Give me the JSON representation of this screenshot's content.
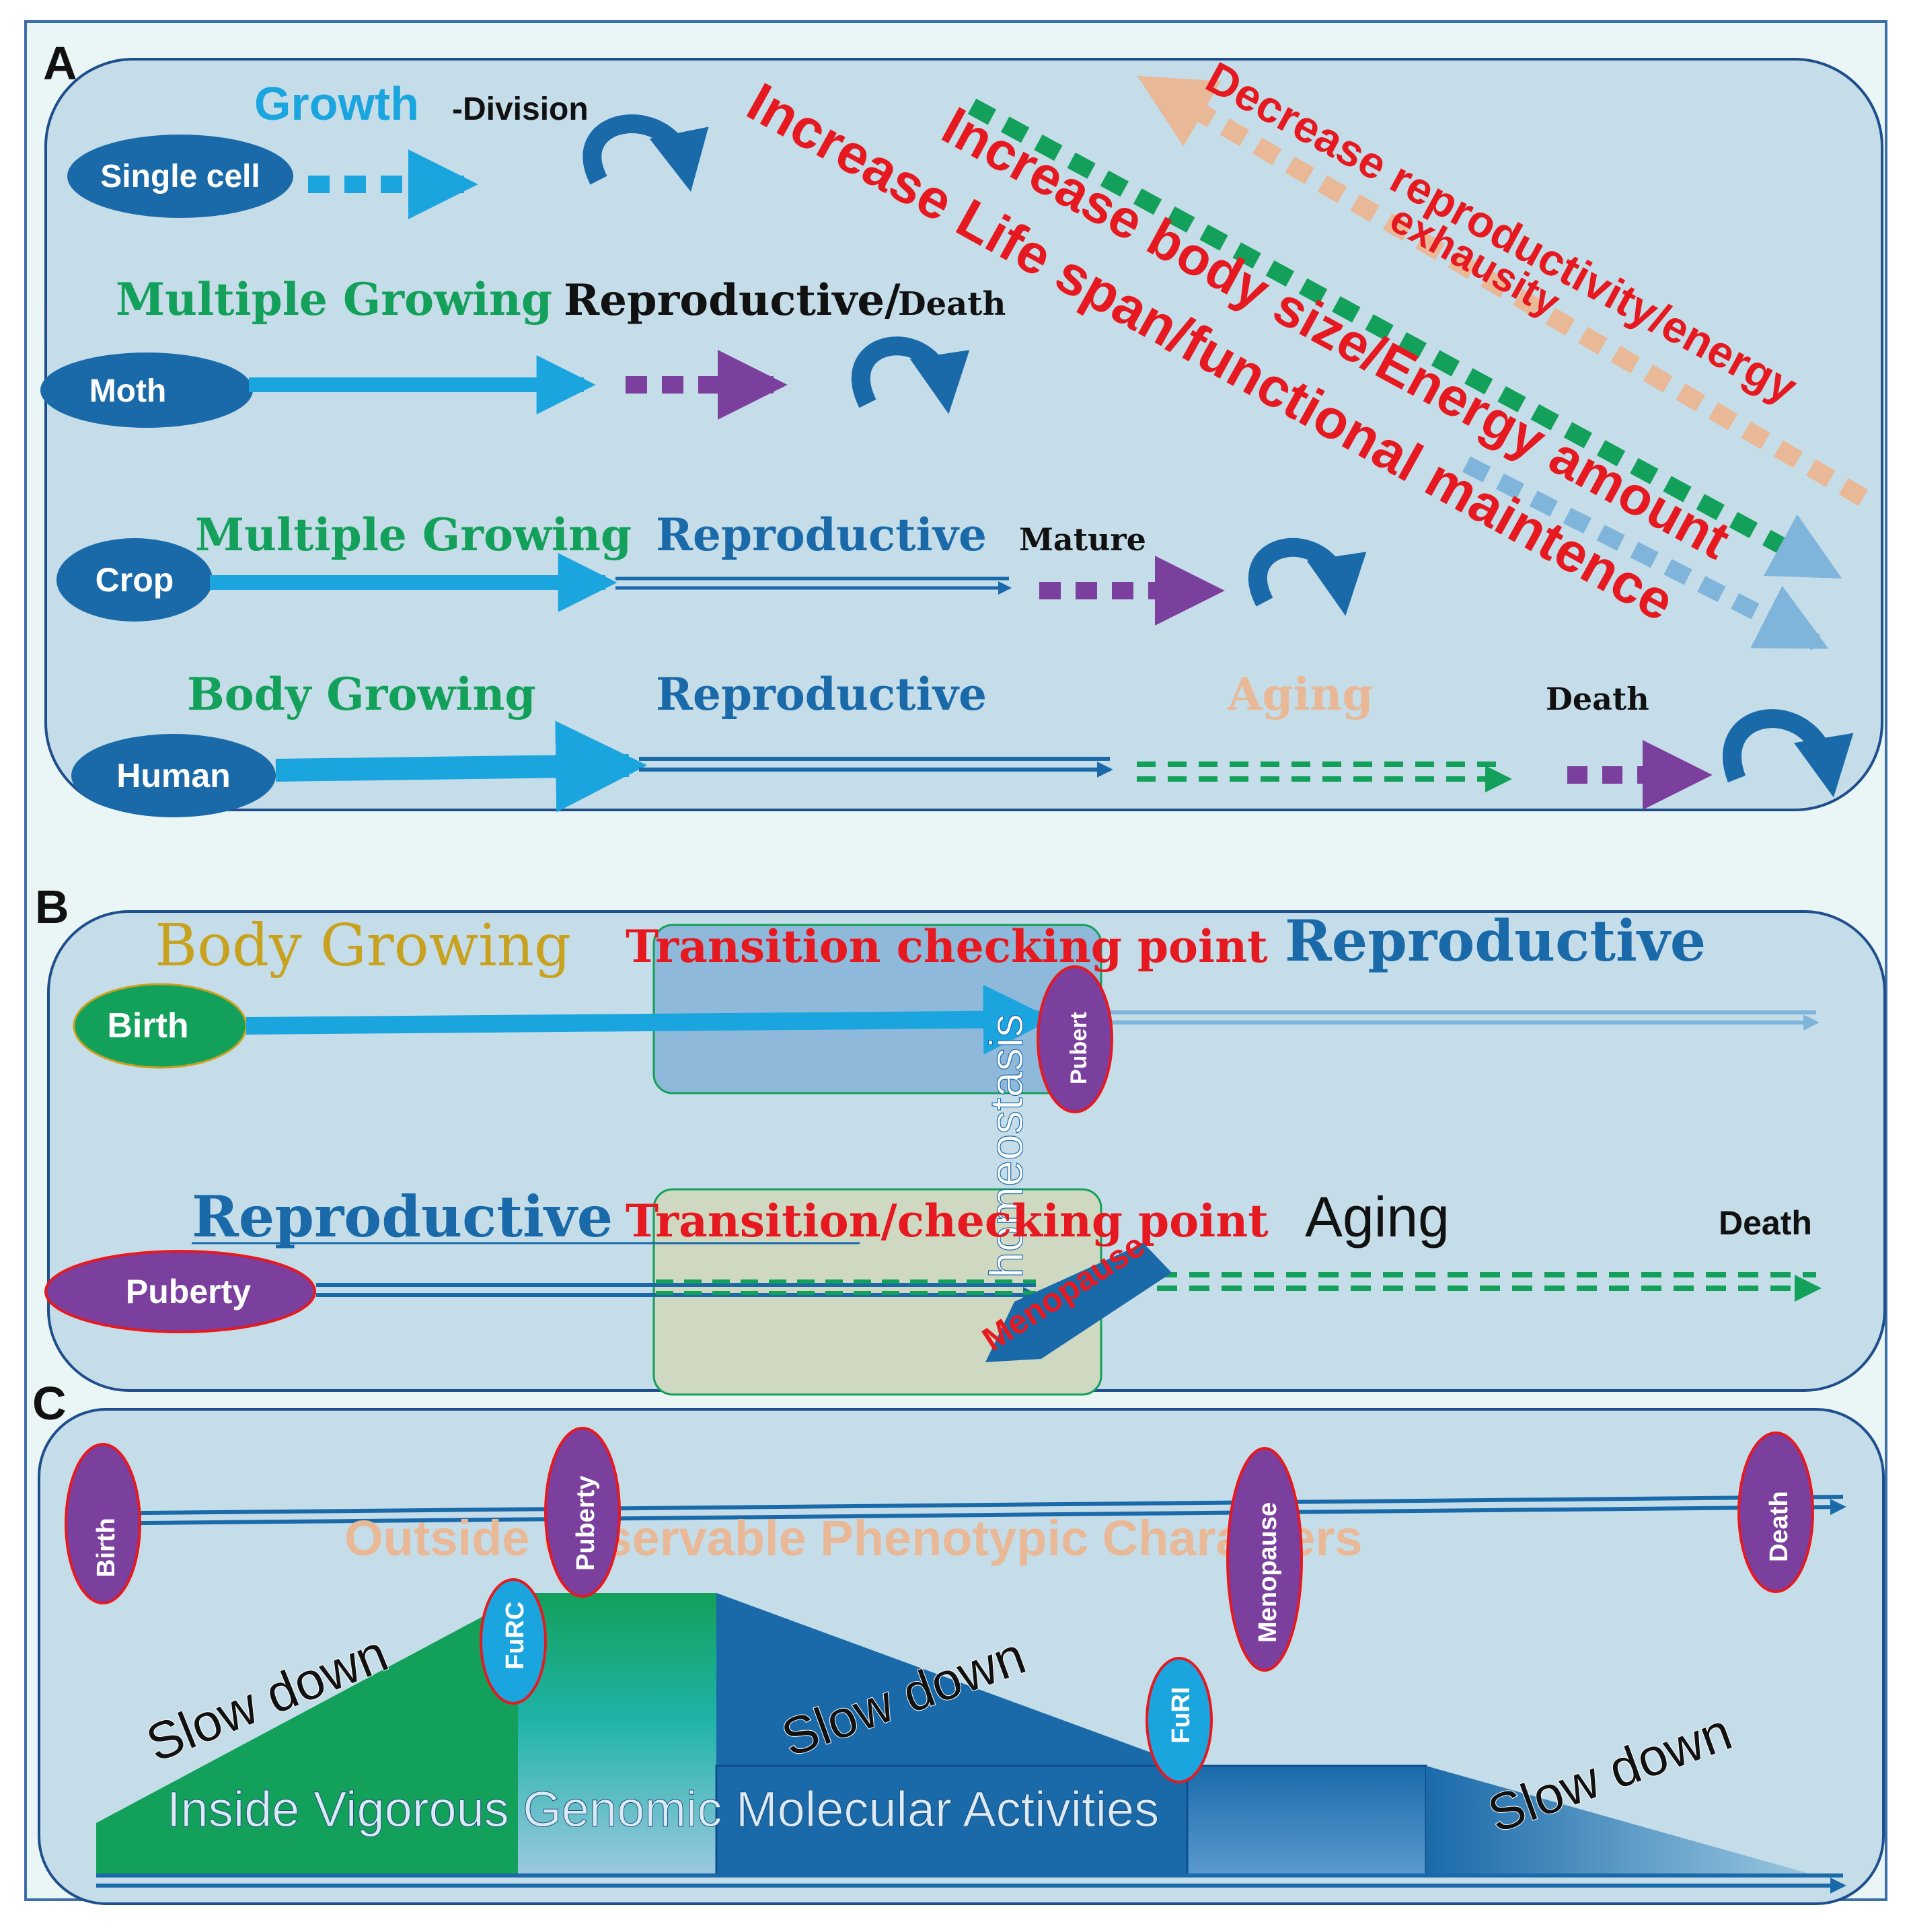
{
  "colors": {
    "panel_fill": "#c5dde9",
    "panel_stroke": "#1f4e8c",
    "outer_fill": "#eaf6f5",
    "dark_blue": "#1a6aaa",
    "light_blue": "#1ba5df",
    "purple": "#7b3f9e",
    "green": "#13a05a",
    "red": "#e5191f",
    "peach": "#e9b896",
    "gold": "#c8a21f"
  },
  "panel_a": {
    "label": "A",
    "growth": "Growth",
    "division": "-Division",
    "single_cell": "Single cell",
    "multiple_growing_1": "Multiple Growing",
    "reproductive_death": "Reproductive/",
    "death_small": "Death",
    "moth": "Moth",
    "multiple_growing_2": "Multiple Growing",
    "reproductive_crop": "Reproductive",
    "mature": "Mature",
    "crop": "Crop",
    "body_growing": "Body Growing",
    "reproductive_human": "Reproductive",
    "aging": "Aging",
    "death": "Death",
    "human": "Human",
    "decrease_line1": "Decrease reproductivity/energy",
    "decrease_line2": "exhausity",
    "increase_body": "Increase body size/Energy amount",
    "increase_life": "Increase Life span/functional maintence"
  },
  "panel_b": {
    "label": "B",
    "body_growing": "Body Growing",
    "transition_1": "Transition checking point",
    "reproductive_1": "Reproductive",
    "birth": "Birth",
    "pubert": "Pubert",
    "homeostasis": "homeostasis",
    "reproductive_2": "Reproductive",
    "transition_2": "Transition/checking point",
    "aging": "Aging",
    "death": "Death",
    "puberty": "Puberty",
    "menopause": "Menopause"
  },
  "panel_c": {
    "label": "C",
    "birth": "Birth",
    "puberty": "Puberty",
    "menopause": "Menopause",
    "death": "Death",
    "outside": "Outside  observable Phenotypic   Characters",
    "furc": "FuRC",
    "furi": "FuRI",
    "slow_down_1": "Slow down",
    "slow_down_2": "Slow down",
    "slow_down_3": "Slow down",
    "inside": "Inside  Vigorous Genomic   Molecular Activities"
  }
}
